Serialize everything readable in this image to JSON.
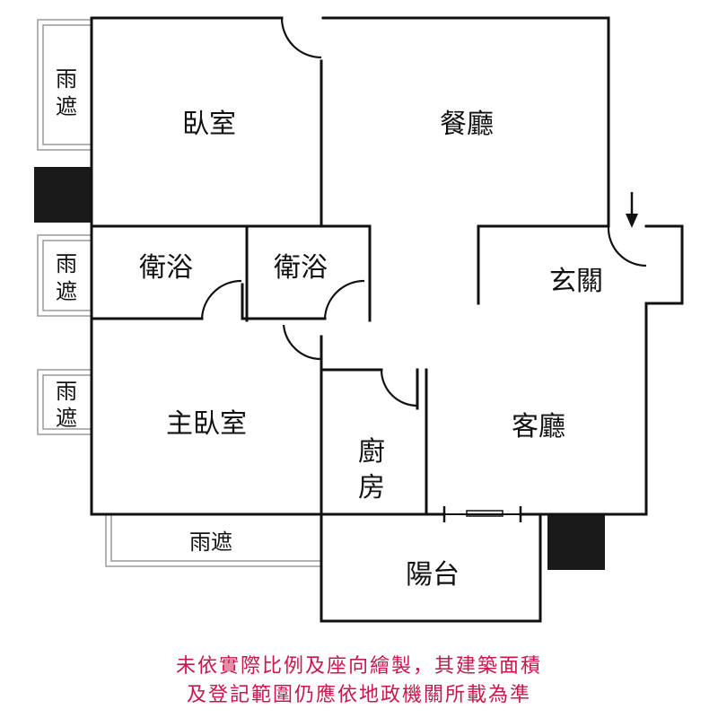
{
  "rooms": {
    "bedroom": "臥室",
    "dining": "餐廳",
    "bath_1": "衛浴",
    "bath_2": "衛浴",
    "foyer": "玄關",
    "master_bedroom": "主臥室",
    "living": "客廳",
    "kitchen": [
      "廚",
      "房"
    ],
    "balcony": "陽台"
  },
  "canopies": {
    "left_1": [
      "雨",
      "遮"
    ],
    "left_2": [
      "雨",
      "遮"
    ],
    "left_3": [
      "雨",
      "遮"
    ],
    "bottom": "雨遮"
  },
  "disclaimer": {
    "line1": "未依實際比例及座向繪製，其建築面積",
    "line2": "及登記範圍仍應依地政機關所載為準"
  },
  "colors": {
    "wall": "#111111",
    "canopy_outline": "#aaaaaa",
    "disclaimer_text": "#c8174b"
  }
}
